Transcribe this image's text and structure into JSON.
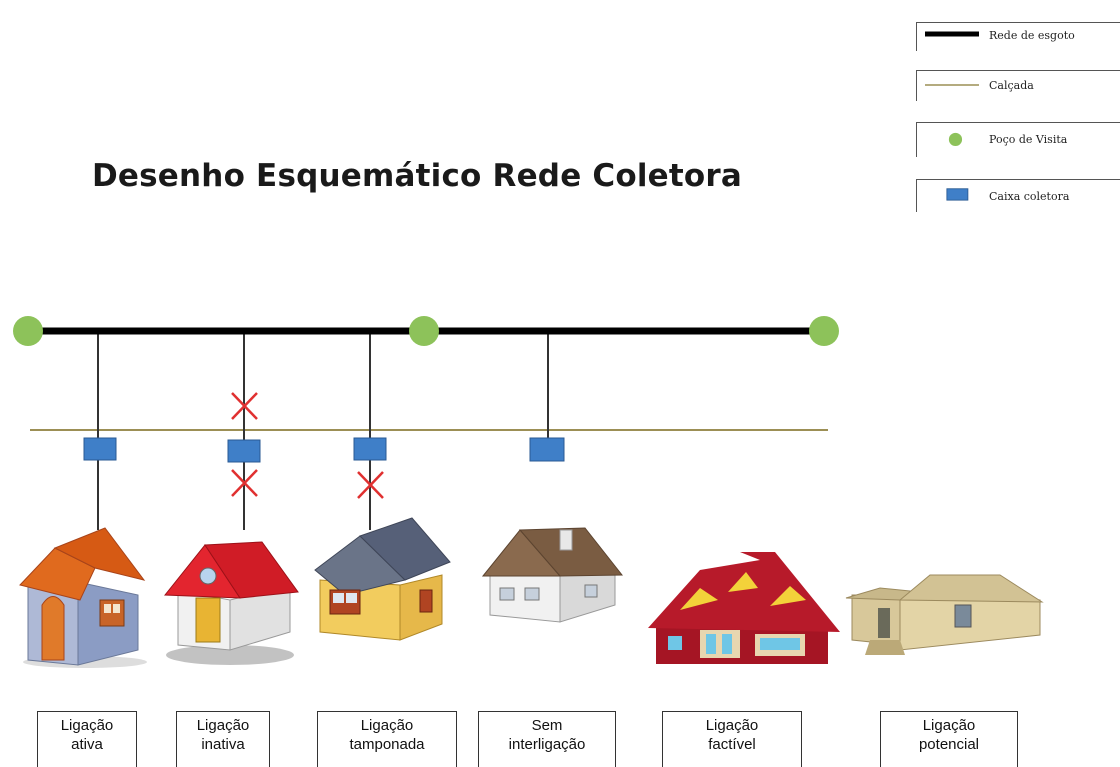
{
  "title": "Desenho Esquemático Rede Coletora",
  "legend": [
    {
      "label": "Rede de esgoto",
      "symbol": "thick-black-line",
      "color": "#000000"
    },
    {
      "label": "Calçada",
      "symbol": "thin-olive-line",
      "color": "#9c8f55"
    },
    {
      "label": "Poço de Visita",
      "symbol": "green-circle",
      "color": "#8dc25a"
    },
    {
      "label": "Caixa coletora",
      "symbol": "blue-rectangle",
      "color": "#3f7fc8"
    }
  ],
  "colors": {
    "sewer": "#000000",
    "sidewalk": "#9c8f55",
    "manhole": "#8dc25a",
    "box": "#3f7fc8",
    "cut": "#e03030"
  },
  "connections": [
    {
      "line1": "Ligação",
      "line2": "ativa",
      "status": "connected",
      "icon": "house-blue-orange-roof-icon"
    },
    {
      "line1": "Ligação",
      "line2": "inativa",
      "status": "cut-both",
      "icon": "house-white-red-roof-icon"
    },
    {
      "line1": "Ligação",
      "line2": "tamponada",
      "status": "cut-lower",
      "icon": "house-yellow-grey-roof-icon"
    },
    {
      "line1": "Sem",
      "line2": "interligação",
      "status": "box-only",
      "icon": "house-white-brown-roof-icon"
    },
    {
      "line1": "Ligação",
      "line2": "factível",
      "status": "none",
      "icon": "house-red-building-icon"
    },
    {
      "line1": "Ligação",
      "line2": "potencial",
      "status": "none",
      "icon": "house-beige-mobile-icon"
    }
  ]
}
